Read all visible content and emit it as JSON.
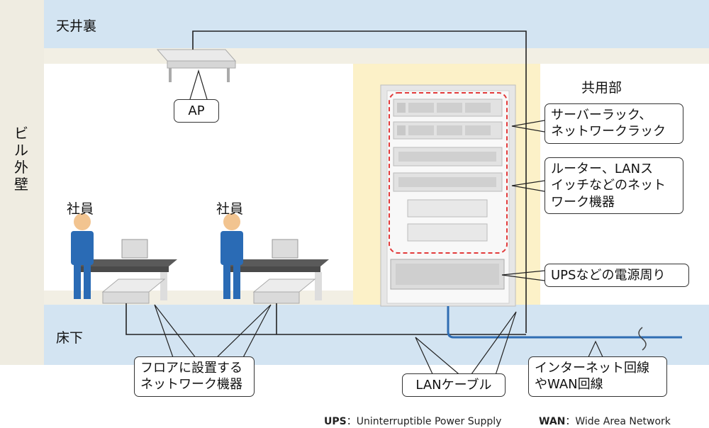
{
  "zones": {
    "ceiling": "天井裏",
    "outer_wall": "ビル外壁",
    "floor": "床下",
    "common_area": "共用部"
  },
  "people": [
    "社員",
    "社員"
  ],
  "callouts": {
    "ap": "AP",
    "rack": [
      "サーバーラック、",
      "ネットワークラック"
    ],
    "network_devices": [
      "ルーター、LANス",
      "イッチなどのネット",
      "ワーク機器"
    ],
    "ups": "UPSなどの電源周り",
    "floor_devices": [
      "フロアに設置する",
      "ネットワーク機器"
    ],
    "lan_cable": "LANケーブル",
    "internet_line": [
      "インターネット回線",
      "やWAN回線"
    ]
  },
  "legend": {
    "ups_abbr": "UPS",
    "ups_full": "：Uninterruptible Power Supply",
    "wan_abbr": "WAN",
    "wan_full": "：Wide Area Network"
  },
  "colors": {
    "ceiling_band": "#d3e4f2",
    "wall": "#efece1",
    "common_area": "#fcf1c8",
    "lan_cable": "#222222",
    "wan_cable": "#2f6db3",
    "highlight_dashed": "#e23b3b",
    "suit": "#2a6bb5",
    "skin": "#f2c490"
  }
}
